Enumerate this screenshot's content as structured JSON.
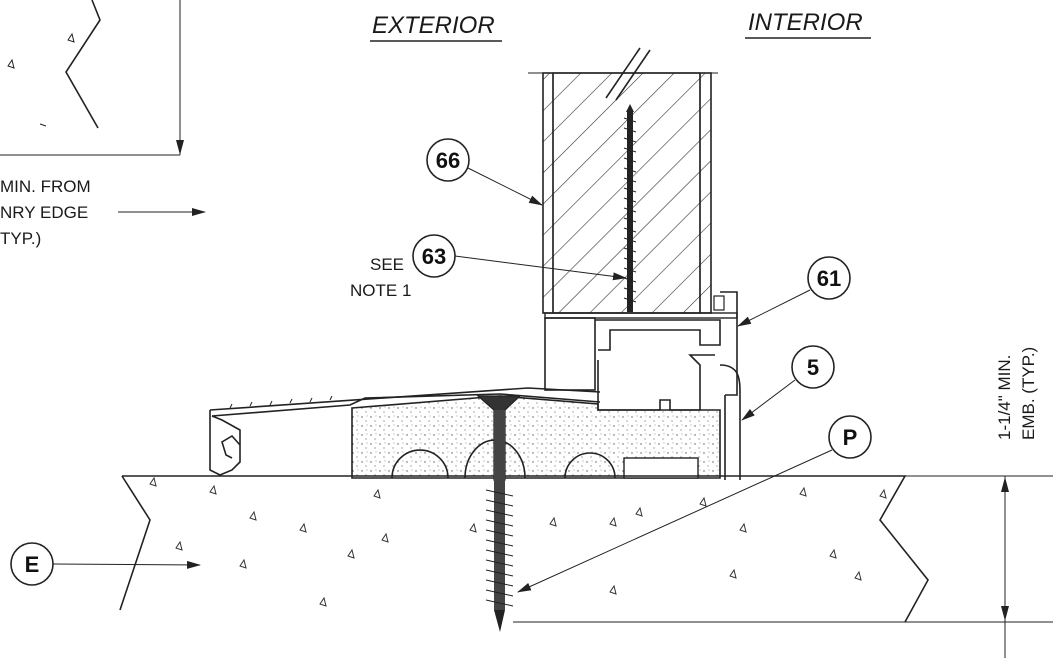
{
  "headers": {
    "exterior": "EXTERIOR",
    "interior": "INTERIOR"
  },
  "notes": {
    "masonry_line1": "MIN. FROM",
    "masonry_line2": "NRY EDGE",
    "masonry_line3": "TYP.)",
    "see_note_line1": "SEE",
    "see_note_line2": "NOTE 1",
    "emb_line1": "1-1/4\" MIN.",
    "emb_line2": "EMB. (TYP.)"
  },
  "callouts": {
    "c66": "66",
    "c63": "63",
    "c61": "61",
    "c5": "5",
    "cP": "P",
    "cE": "E"
  },
  "colors": {
    "line": "#222222",
    "background": "#ffffff"
  }
}
